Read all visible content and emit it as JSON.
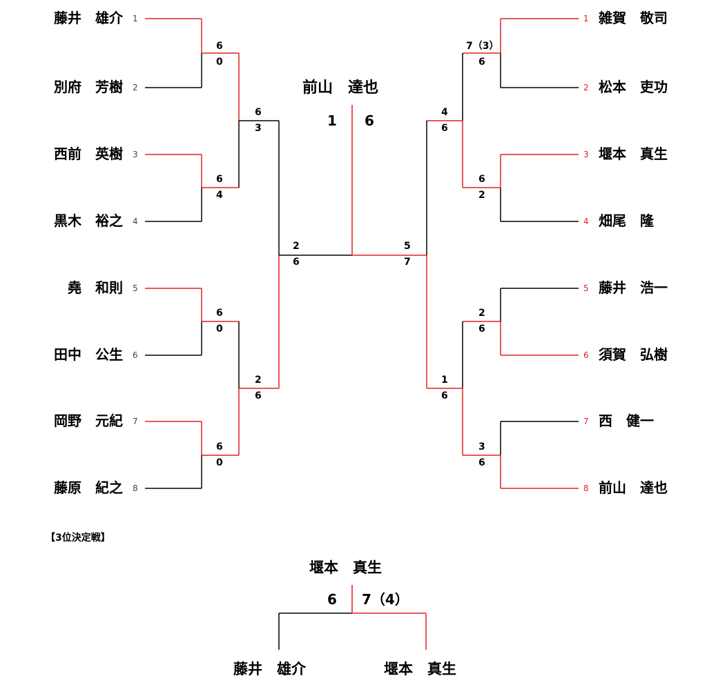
{
  "left_players": [
    {
      "seed": "1",
      "name": "藤井　雄介"
    },
    {
      "seed": "2",
      "name": "別府　芳樹"
    },
    {
      "seed": "3",
      "name": "西前　英樹"
    },
    {
      "seed": "4",
      "name": "黒木　裕之"
    },
    {
      "seed": "5",
      "name": "堯　和則"
    },
    {
      "seed": "6",
      "name": "田中　公生"
    },
    {
      "seed": "7",
      "name": "岡野　元紀"
    },
    {
      "seed": "8",
      "name": "藤原　紀之"
    }
  ],
  "right_players": [
    {
      "seed": "1",
      "name": "雑賀　敬司"
    },
    {
      "seed": "2",
      "name": "松本　吏功"
    },
    {
      "seed": "3",
      "name": "堰本　真生"
    },
    {
      "seed": "4",
      "name": "畑尾　隆"
    },
    {
      "seed": "5",
      "name": "藤井　浩一"
    },
    {
      "seed": "6",
      "name": "須賀　弘樹"
    },
    {
      "seed": "7",
      "name": "西　健一"
    },
    {
      "seed": "8",
      "name": "前山　達也"
    }
  ],
  "left_scores": {
    "r1": [
      [
        "6",
        "0"
      ],
      [
        "6",
        "4"
      ],
      [
        "6",
        "0"
      ],
      [
        "6",
        "0"
      ]
    ],
    "r2": [
      [
        "6",
        "3"
      ],
      [
        "2",
        "6"
      ]
    ],
    "semi": [
      "2",
      "6"
    ]
  },
  "right_scores": {
    "r1": [
      [
        "7（3）",
        "6"
      ],
      [
        "6",
        "2"
      ],
      [
        "2",
        "6"
      ],
      [
        "3",
        "6"
      ]
    ],
    "r2": [
      [
        "4",
        "6"
      ],
      [
        "1",
        "6"
      ]
    ],
    "semi": [
      "5",
      "7"
    ]
  },
  "final": {
    "champion": "前山　達也",
    "left_score": "1",
    "right_score": "6"
  },
  "third_place": {
    "heading": "【3位決定戦】",
    "winner": "堰本　真生",
    "left_score": "6",
    "right_score": "7（4）",
    "left_player": "藤井　雄介",
    "right_player": "堰本　真生"
  },
  "colors": {
    "win": "#e02020",
    "line": "#000000",
    "seed_win": "#e02020"
  }
}
